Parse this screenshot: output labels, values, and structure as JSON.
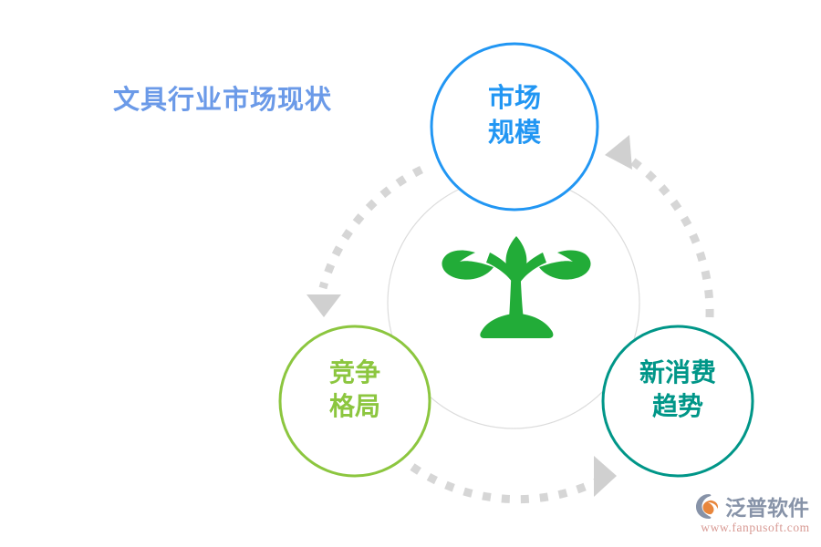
{
  "page": {
    "title": "文具行业市场现状",
    "background_color": "#ffffff"
  },
  "diagram": {
    "type": "three-node-cycle",
    "center_icon": {
      "name": "sprout-icon",
      "color": "#22ac38",
      "description": "绿色幼苗"
    },
    "inner_ring_color": "#dddddd",
    "arrow_color": "#d5d5d5",
    "nodes": [
      {
        "id": "market-scale",
        "label": "市场\n规模",
        "line1": "市场",
        "line2": "规模",
        "color": "#2196f3",
        "position": "top"
      },
      {
        "id": "competition-landscape",
        "label": "竞争\n格局",
        "line1": "竞争",
        "line2": "格局",
        "color": "#8cc63f",
        "position": "bottom-left"
      },
      {
        "id": "new-consumption-trend",
        "label": "新消费\n趋势",
        "line1": "新消费",
        "line2": "趋势",
        "color": "#009688",
        "position": "bottom-right"
      }
    ],
    "arrows": [
      {
        "id": "arrow-market-to-competition",
        "from": "market-scale",
        "to": "competition-landscape"
      },
      {
        "id": "arrow-competition-to-consumption",
        "from": "competition-landscape",
        "to": "new-consumption-trend"
      },
      {
        "id": "arrow-consumption-to-market",
        "from": "new-consumption-trend",
        "to": "market-scale"
      }
    ]
  },
  "watermark": {
    "brand": "泛普软件",
    "url": "www.fanpusoft.com",
    "brand_color": "#8793a8",
    "url_color": "#d89a94",
    "accent_color": "#e8863c"
  }
}
